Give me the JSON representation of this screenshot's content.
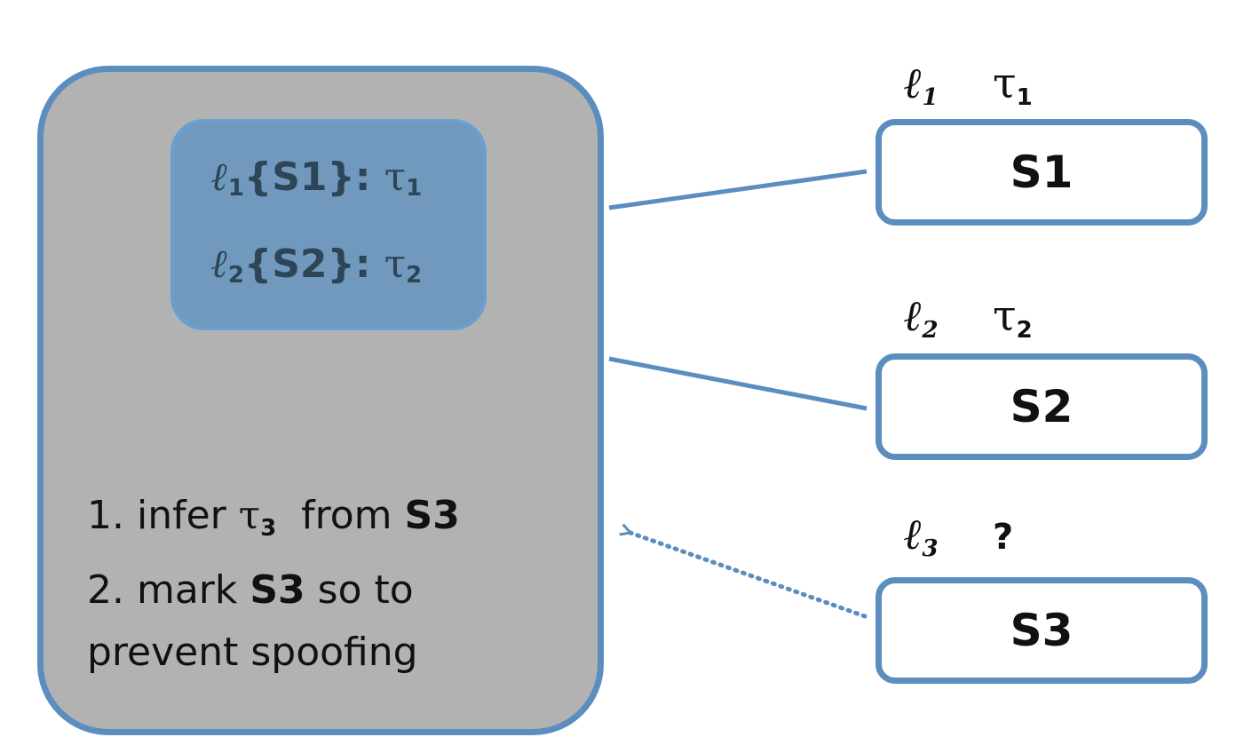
{
  "store": {
    "entries": [
      {
        "label": "ℓ",
        "label_index": "1",
        "service": "{S1}",
        "separator": ":",
        "type": "τ",
        "type_index": "1"
      },
      {
        "label": "ℓ",
        "label_index": "2",
        "service": "{S2}",
        "separator": ":",
        "type": "τ",
        "type_index": "2"
      }
    ]
  },
  "steps": {
    "step1": {
      "prefix": "1. infer ",
      "tau": "τ",
      "tau_index": "3",
      "middle": "  from ",
      "target": "S3"
    },
    "step2": {
      "prefix": "2. mark ",
      "target": "S3",
      "suffix": " so to"
    },
    "step3": {
      "text": "prevent spoofing"
    }
  },
  "services": [
    {
      "name": "S1",
      "label": "ℓ",
      "label_index": "1",
      "type": "τ",
      "type_index": "1"
    },
    {
      "name": "S2",
      "label": "ℓ",
      "label_index": "2",
      "type": "τ",
      "type_index": "2"
    },
    {
      "name": "S3",
      "label": "ℓ",
      "label_index": "3",
      "type": "?",
      "type_index": ""
    }
  ],
  "colors": {
    "accent": "#5b8ebe",
    "main_fill": "#b2b2b2",
    "store_fill": "#7099bd",
    "store_text": "#2d4557"
  }
}
